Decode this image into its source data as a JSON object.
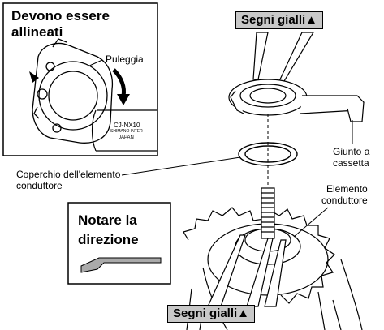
{
  "inset_top": {
    "heading_line1": "Devono essere",
    "heading_line2": "allineati",
    "pulley_label": "Puleggia",
    "tool_text_line1": "CJ-NX10",
    "tool_text_line2": "SHIMANO INTER",
    "tool_text_line3": "JAPAN"
  },
  "callouts": {
    "top": "Segni gialli▲",
    "bottom": "Segni gialli▲"
  },
  "labels": {
    "cassette_joint_line1": "Giunto a",
    "cassette_joint_line2": "cassetta",
    "cover_line1": "Coperchio dell'elemento",
    "cover_line2": "conduttore",
    "driver_line1": "Elemento",
    "driver_line2": "conduttore"
  },
  "inset_bottom": {
    "heading_line1": "Notare la",
    "heading_line2": "direzione"
  },
  "colors": {
    "callout_fill": "#c8c8c8",
    "line": "#000000"
  }
}
